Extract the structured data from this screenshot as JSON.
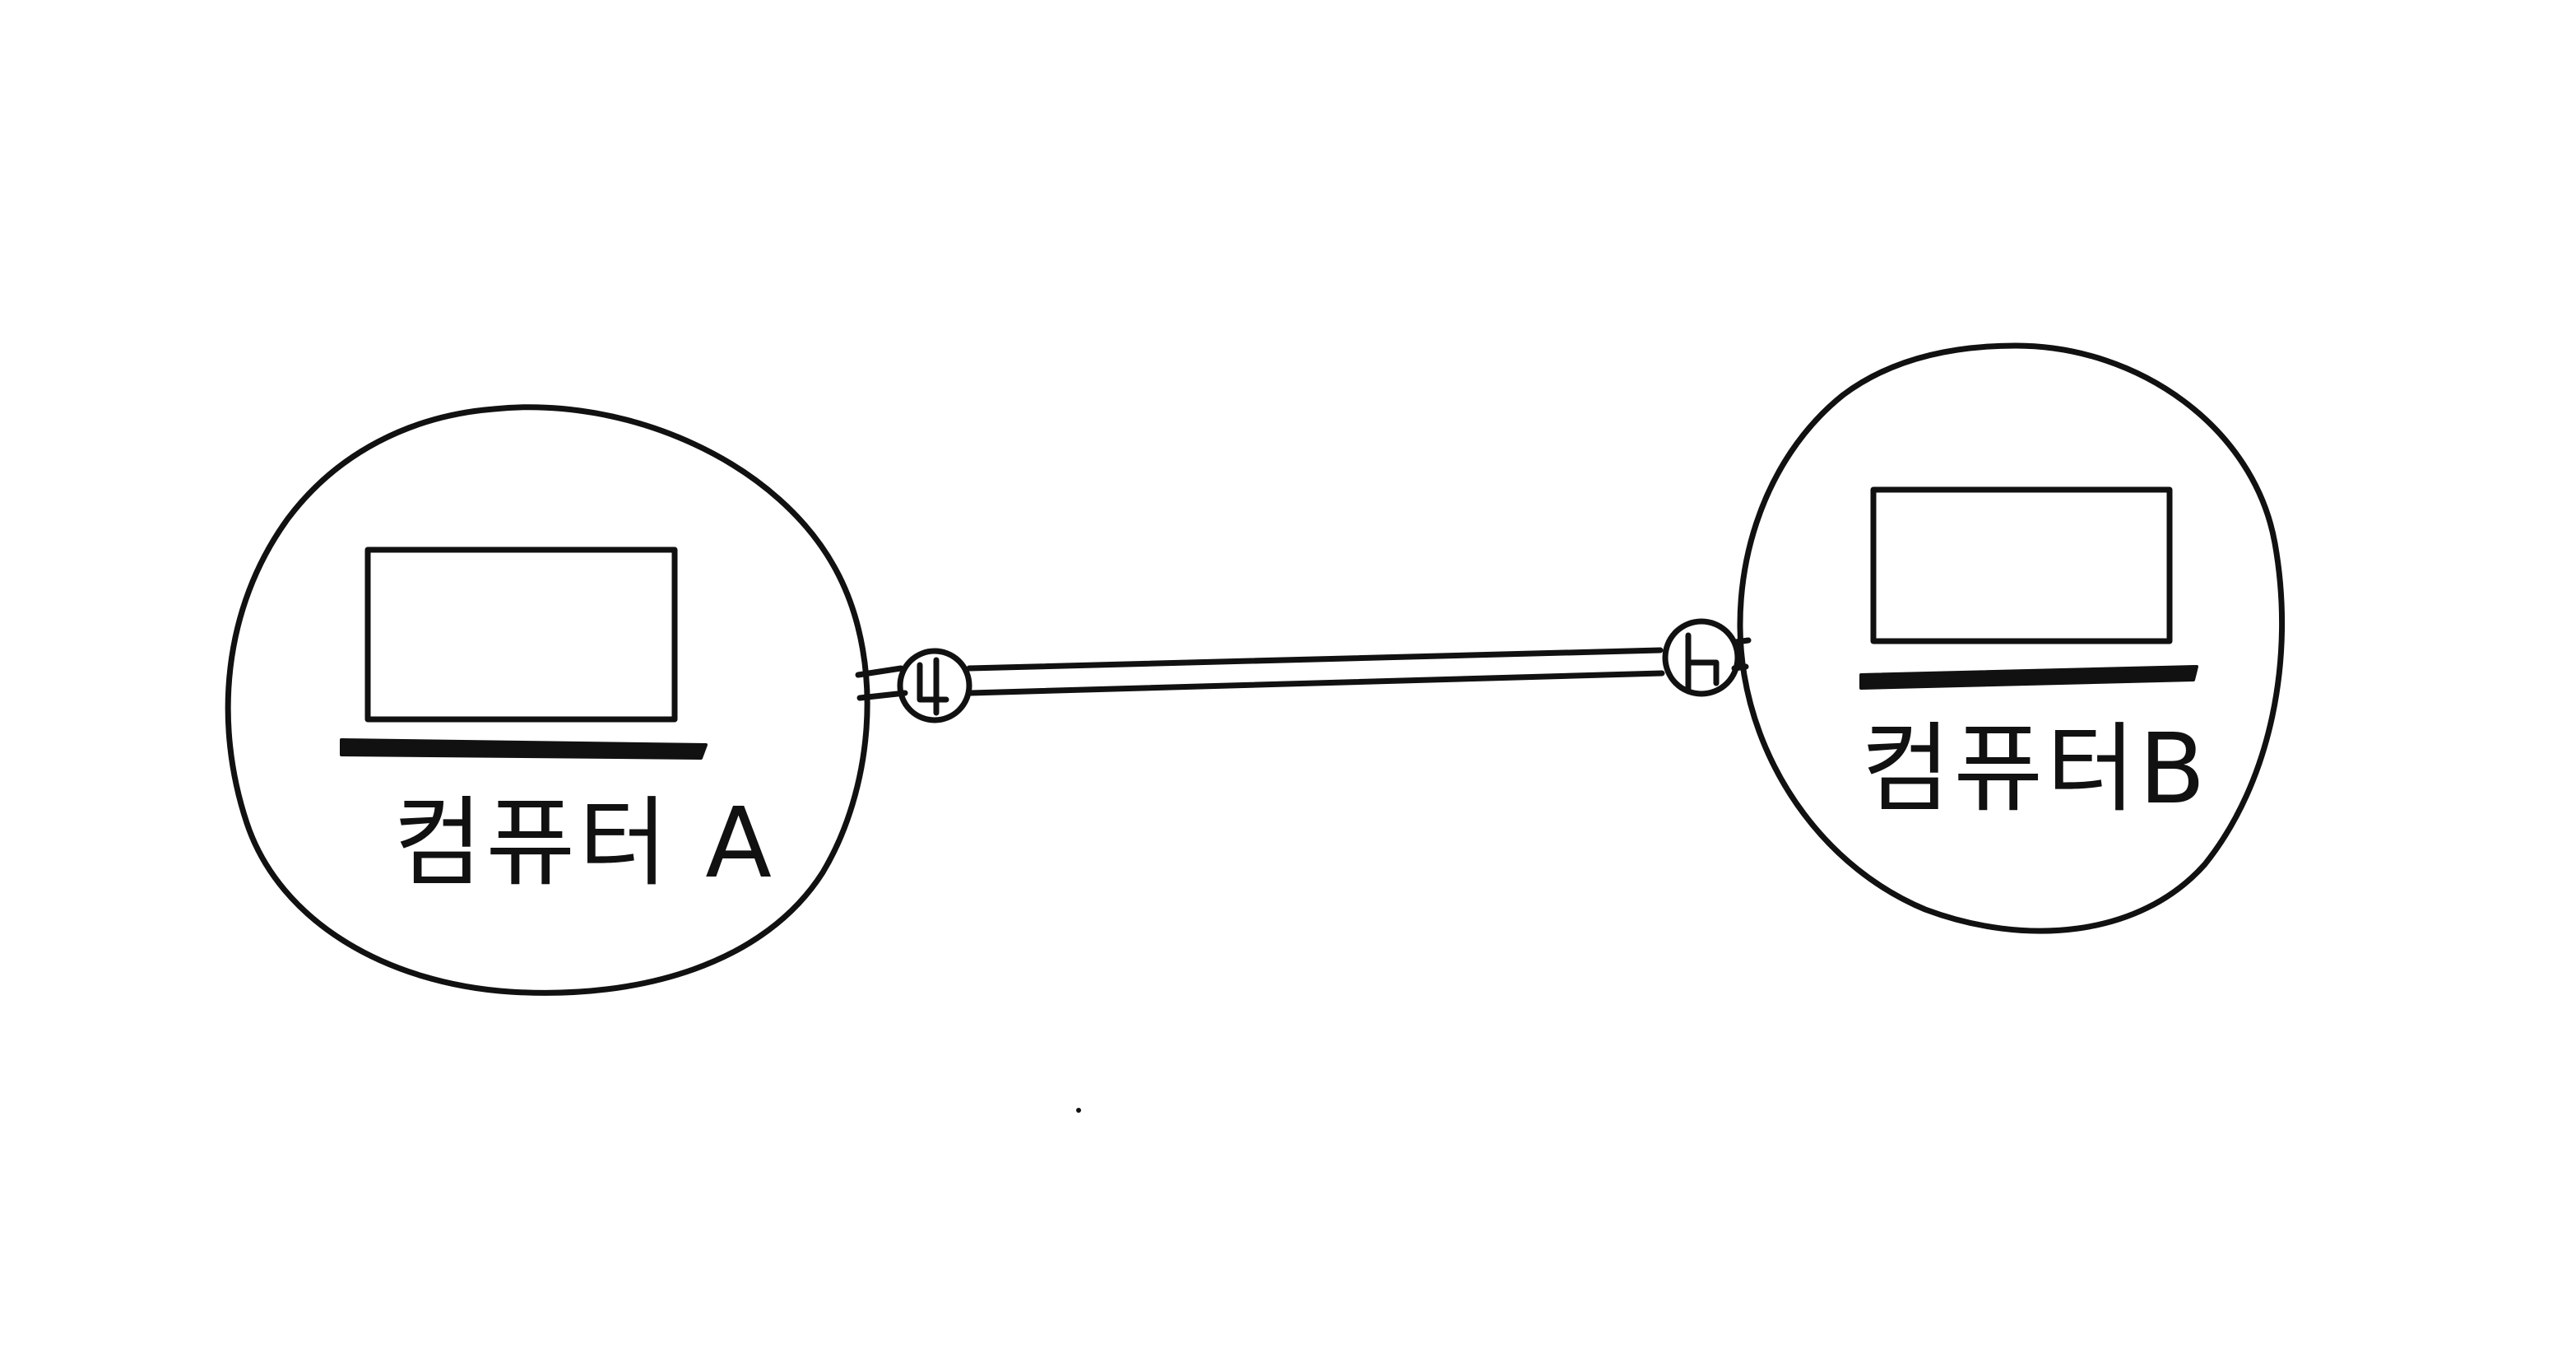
{
  "nodes": [
    {
      "id": "A",
      "label": "컴퓨터 A",
      "icon": "laptop-icon"
    },
    {
      "id": "B",
      "label": "컴퓨터B",
      "icon": "laptop-icon"
    }
  ],
  "link": {
    "from": "A",
    "to": "B",
    "connector_icon": "port-plug-icon"
  },
  "style": {
    "ink": "#111111",
    "paper": "#ffffff"
  }
}
